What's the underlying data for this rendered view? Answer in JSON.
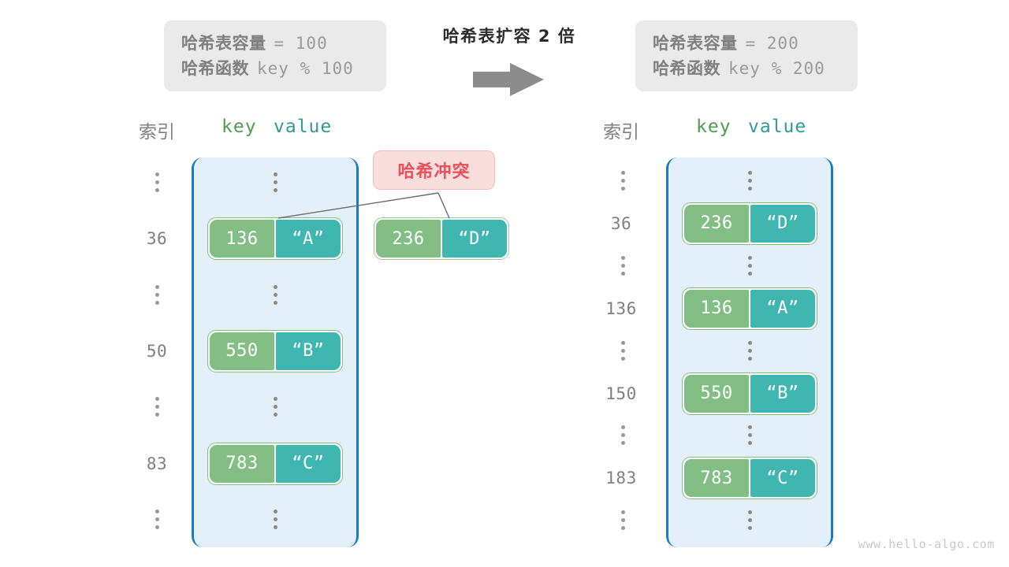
{
  "watermark": "www.hello-algo.com",
  "transition": {
    "caption": "哈希表扩容 2 倍",
    "arrow_icon": "right-arrow-icon"
  },
  "info_before": {
    "capacity_label": "哈希表容量",
    "capacity_expr": "= 100",
    "function_label": "哈希函数",
    "function_expr": "key % 100"
  },
  "info_after": {
    "capacity_label": "哈希表容量",
    "capacity_expr": "= 200",
    "function_label": "哈希函数",
    "function_expr": "key % 200"
  },
  "headers": {
    "index": "索引",
    "key": "key",
    "value": "value"
  },
  "collision_badge": {
    "label": "哈希冲突"
  },
  "table_before": {
    "rows": [
      {
        "type": "gap",
        "index": "⋮"
      },
      {
        "type": "entry",
        "index": "36",
        "key": "136",
        "value": "“A”"
      },
      {
        "type": "gap",
        "index": "⋮"
      },
      {
        "type": "entry",
        "index": "50",
        "key": "550",
        "value": "“B”"
      },
      {
        "type": "gap",
        "index": "⋮"
      },
      {
        "type": "entry",
        "index": "83",
        "key": "783",
        "value": "“C”"
      },
      {
        "type": "gap",
        "index": "⋮"
      }
    ]
  },
  "table_after": {
    "rows": [
      {
        "type": "gap",
        "index": "⋮"
      },
      {
        "type": "entry",
        "index": "36",
        "key": "236",
        "value": "“D”"
      },
      {
        "type": "gap",
        "index": "⋮"
      },
      {
        "type": "entry",
        "index": "136",
        "key": "136",
        "value": "“A”"
      },
      {
        "type": "gap",
        "index": "⋮"
      },
      {
        "type": "entry",
        "index": "150",
        "key": "550",
        "value": "“B”"
      },
      {
        "type": "gap",
        "index": "⋮"
      },
      {
        "type": "entry",
        "index": "183",
        "key": "783",
        "value": "“C”"
      },
      {
        "type": "gap",
        "index": "⋮"
      }
    ]
  },
  "colliding_pair": {
    "key": "236",
    "value": "“D”"
  },
  "colors": {
    "key_cell": "#83bf84",
    "value_cell": "#3fb7b0",
    "cell_border": "#84bd7e",
    "table_fill": "#e3f0fa",
    "table_border": "#1a7bc4",
    "badge_bg": "#fadddd",
    "badge_text": "#e8505b",
    "info_bg": "#eaeaea",
    "index_text": "#808080"
  }
}
